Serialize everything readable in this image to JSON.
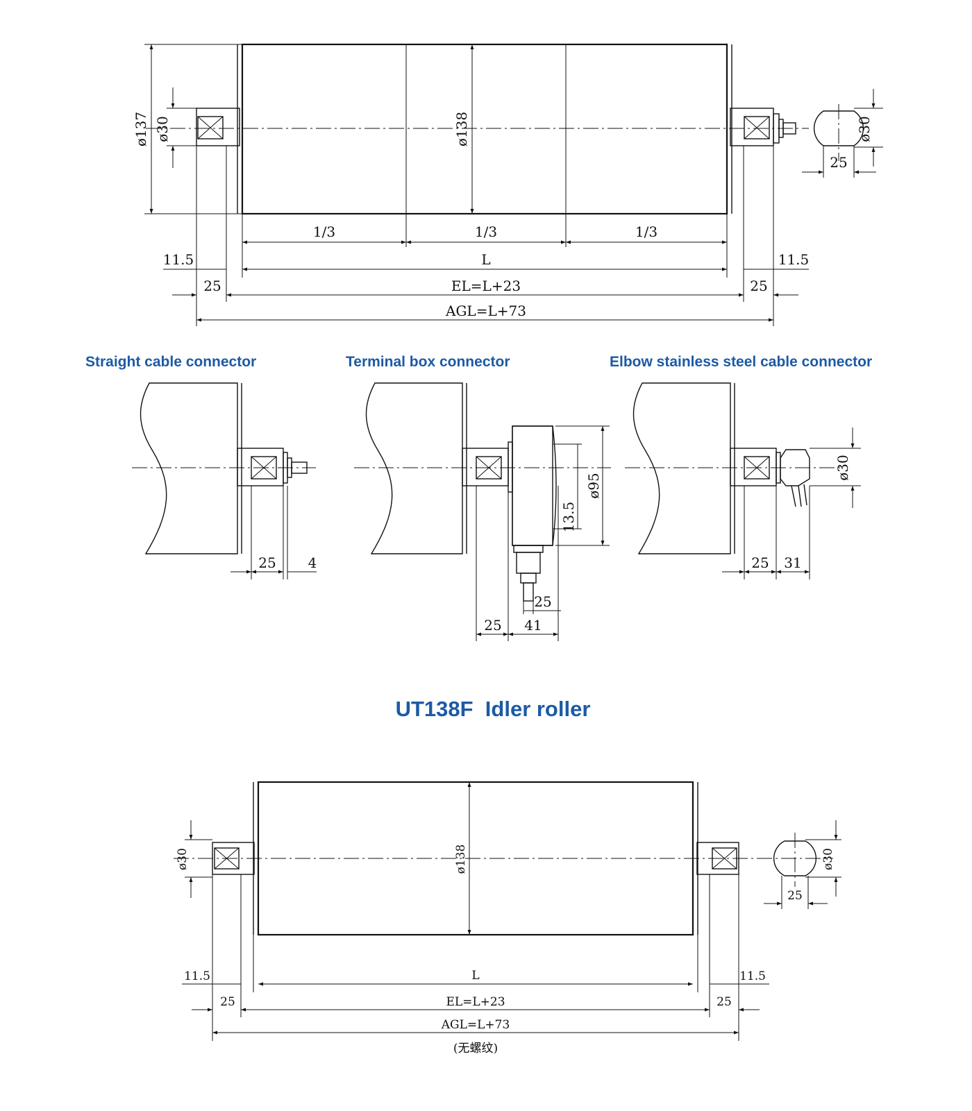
{
  "colors": {
    "heading": "#1c5aa6",
    "line": "#111111"
  },
  "top_drawing": {
    "dia_outer": "ø137",
    "dia_shaft_left": "ø30",
    "dia_tube": "ø138",
    "dia_shaft_right": "ø30",
    "flat_width": "25",
    "third_1": "1/3",
    "third_2": "1/3",
    "third_3": "1/3",
    "length": "L",
    "offset_left": "11.5",
    "offset_right": "11.5",
    "shaft_left": "25",
    "shaft_right": "25",
    "el": "EL=L+23",
    "agl": "AGL=L+73"
  },
  "connectors": {
    "straight": {
      "heading": "Straight cable connector",
      "dim_a": "25",
      "dim_b": "4"
    },
    "terminal": {
      "heading": "Terminal box connector",
      "dia": "ø95",
      "dim_h": "13.5",
      "dim_a": "25",
      "dim_b": "41",
      "dim_c": "25"
    },
    "elbow": {
      "heading": "Elbow stainless steel cable connector",
      "dia": "ø30",
      "dim_a": "25",
      "dim_b": "31"
    }
  },
  "model_title": "UT138F  Idler roller",
  "bottom_drawing": {
    "dia_shaft_left": "ø30",
    "dia_tube": "ø138",
    "dia_shaft_right": "ø30",
    "flat_width": "25",
    "length": "L",
    "offset_left": "11.5",
    "offset_right": "11.5",
    "shaft_left": "25",
    "shaft_right": "25",
    "el": "EL=L+23",
    "agl": "AGL=L+73",
    "note": "(无螺纹)"
  }
}
